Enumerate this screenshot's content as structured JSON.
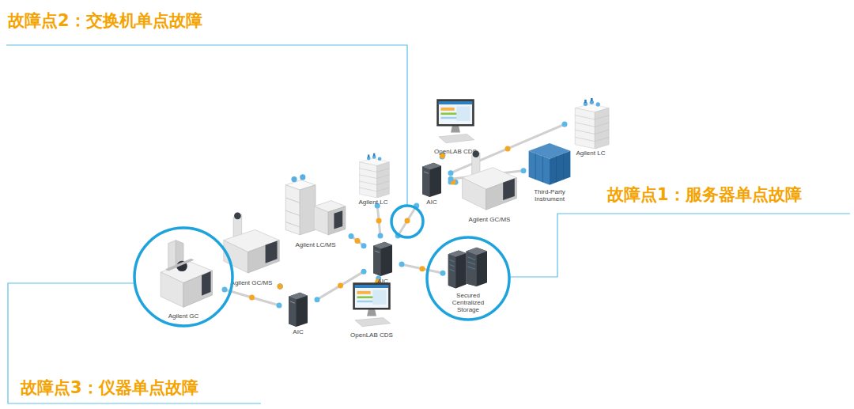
{
  "diagram": {
    "nodes": [
      {
        "text": [
          "OpenLAB CDS"
        ]
      },
      {
        "text": [
          "Agilent LC"
        ]
      },
      {
        "text": [
          "Agilent LC"
        ]
      },
      {
        "text": [
          "AIC"
        ]
      },
      {
        "text": [
          "Agilent GC/MS"
        ]
      },
      {
        "text": [
          "Third-Party Instrument"
        ]
      },
      {
        "text": [
          "Agilent LC/MS"
        ]
      },
      {
        "text": [
          "Agilent GC/MS"
        ]
      },
      {
        "text": [
          "AIC"
        ]
      },
      {
        "text": [
          "Secured Centralized Storage"
        ]
      },
      {
        "text": [
          "Agilent GC"
        ]
      },
      {
        "text": [
          "AIC"
        ]
      },
      {
        "text": [
          "OpenLAB CDS"
        ]
      }
    ],
    "edges": [
      {
        "from": 3,
        "to": 0,
        "arrow": "none"
      },
      {
        "from": 3,
        "to": 4,
        "arrow": "none"
      },
      {
        "from": 3,
        "to": 5,
        "arrow": "none"
      },
      {
        "from": 3,
        "to": 1,
        "arrow": "none"
      },
      {
        "from": 8,
        "to": 3,
        "arrow": "none"
      },
      {
        "from": 8,
        "to": 2,
        "arrow": "none"
      },
      {
        "from": 8,
        "to": 6,
        "arrow": "none"
      },
      {
        "from": 8,
        "to": 12,
        "arrow": "none"
      },
      {
        "from": 8,
        "to": 9,
        "arrow": "none"
      },
      {
        "from": 8,
        "to": 11,
        "arrow": "none"
      },
      {
        "from": 11,
        "to": 10,
        "arrow": "none"
      },
      {
        "from": 11,
        "to": 7,
        "arrow": "none"
      }
    ],
    "labels": [
      "故障点2：交换机单点故障",
      "故障点1：服务器单点故障",
      "故障点3：仪器单点故障"
    ]
  }
}
